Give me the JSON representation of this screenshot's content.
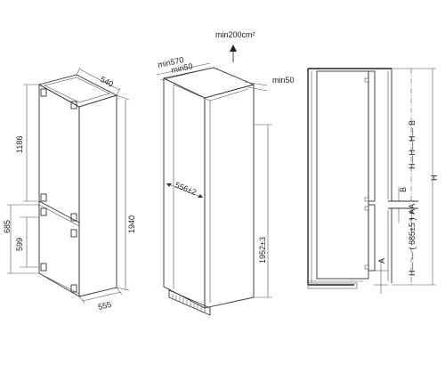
{
  "fridge": {
    "width_label": "540",
    "depth_label": "555",
    "height_label": "1940",
    "upper_door_label": "1186",
    "lower_outer_label": "685",
    "lower_inner_label": "599"
  },
  "niche": {
    "vent_label": "min200cm²",
    "depth_outer_label": "min570",
    "rear_gap_label": "min50",
    "side_gap_label": "min50",
    "width_label": "556±2",
    "height_label": "1952±3"
  },
  "section": {
    "label_H": "H",
    "label_upper": "H—H—H— B",
    "label_B": "B",
    "label_A_plus": "+ A",
    "label_lower": "H— — ( 685±5 ) + A",
    "label_A": "A"
  }
}
